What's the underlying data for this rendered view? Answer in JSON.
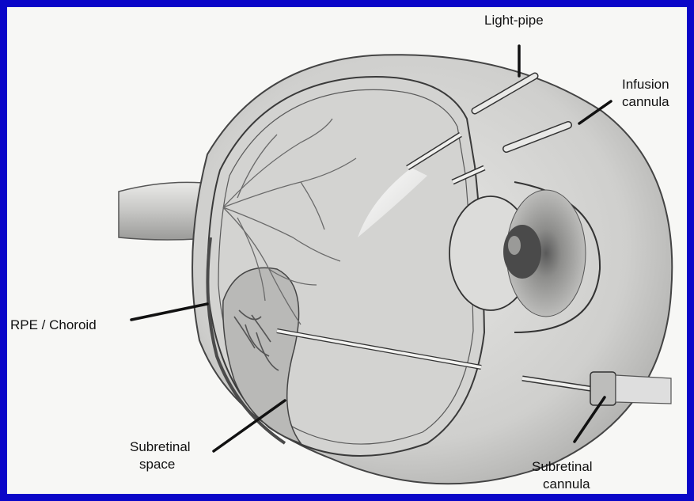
{
  "colors": {
    "border": "#0a06c8",
    "panel_bg": "#f7f7f5",
    "ink": "#111111"
  },
  "labels": {
    "light_pipe": "Light-pipe",
    "infusion_cannula": [
      "Infusion",
      "cannula"
    ],
    "rpe_choroid": "RPE / Choroid",
    "subretinal_space": [
      "Subretinal",
      "space"
    ],
    "subretinal_cannula": [
      "Subretinal",
      "cannula"
    ]
  }
}
